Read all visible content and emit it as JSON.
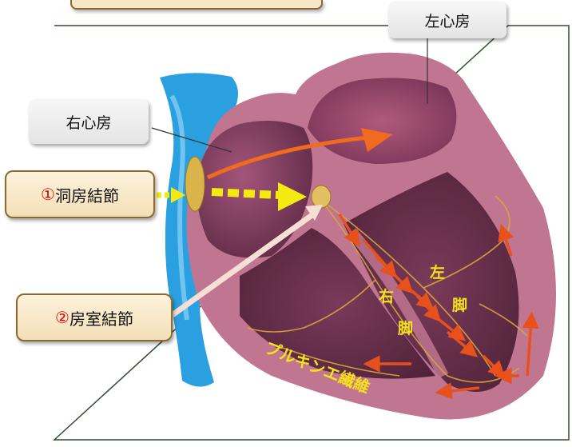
{
  "labels": {
    "left_atrium": "左心房",
    "right_atrium": "右心房",
    "sa_node_num": "①",
    "sa_node": "洞房結節",
    "av_node_num": "②",
    "av_node": "房室結節",
    "right_bundle_1": "右",
    "right_bundle_2": "脚",
    "left_bundle_1": "左",
    "left_bundle_2": "脚",
    "purkinje": "プルキンエ繊維"
  },
  "colors": {
    "frame": "#2f4f2f",
    "vein": "#2aa0e0",
    "heart_outer": "#c07590",
    "heart_inner": "#6a2f4c",
    "node": "#d9b44a",
    "conduction_arrow": "#f06a20",
    "signal_arrow": "#f5ea10",
    "label_yellow": "#f5e21a",
    "callout_tan": "#f4dfb7"
  }
}
